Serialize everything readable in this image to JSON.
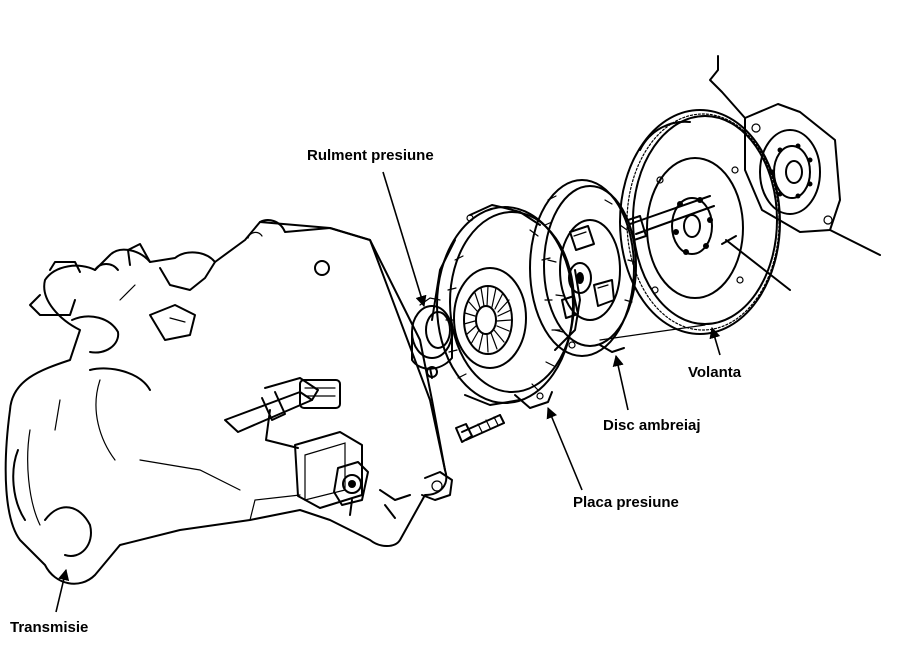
{
  "labels": {
    "release_bearing": "Rulment presiune",
    "flywheel": "Volanta",
    "clutch_disc": "Disc ambreiaj",
    "pressure_plate": "Placa presiune",
    "transmission": "Transmisie"
  },
  "colors": {
    "ink": "#000000",
    "background": "#ffffff"
  }
}
